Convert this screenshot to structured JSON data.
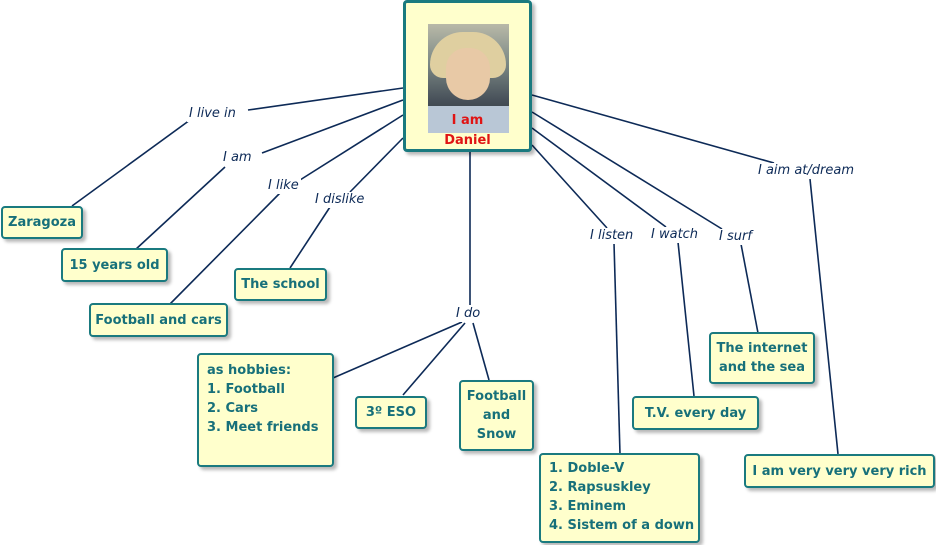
{
  "central_node": {
    "title_line1": "I am",
    "title_line2": "Daniel",
    "title_color": "#e01414"
  },
  "colors": {
    "node_fill": "#ffffcc",
    "node_border": "#1a7a7f",
    "node_text": "#17707a",
    "link_color": "#0d2a57"
  },
  "links": {
    "live": "I live in",
    "am": "I am",
    "like": "I like",
    "dislike": "I dislike",
    "do": "I do",
    "listen": "I listen",
    "watch": "I watch",
    "surf": "I surf",
    "aim": "I aim at/dream"
  },
  "nodes": {
    "zaragoza": "Zaragoza",
    "age": "15 years old",
    "football_cars": "Football and cars",
    "school": "The school",
    "hobbies": {
      "heading": "as hobbies:",
      "items": [
        "1. Football",
        "2. Cars",
        "3. Meet friends"
      ]
    },
    "eso": "3º ESO",
    "football_snow": [
      "Football",
      "and",
      "Snow"
    ],
    "music": [
      "1. Doble-V",
      "2. Rapsuskley",
      "3. Eminem",
      "4. Sistem of a down"
    ],
    "tv": "T.V. every day",
    "internet": [
      "The internet",
      "and the sea"
    ],
    "dream": "I am very very very rich"
  }
}
